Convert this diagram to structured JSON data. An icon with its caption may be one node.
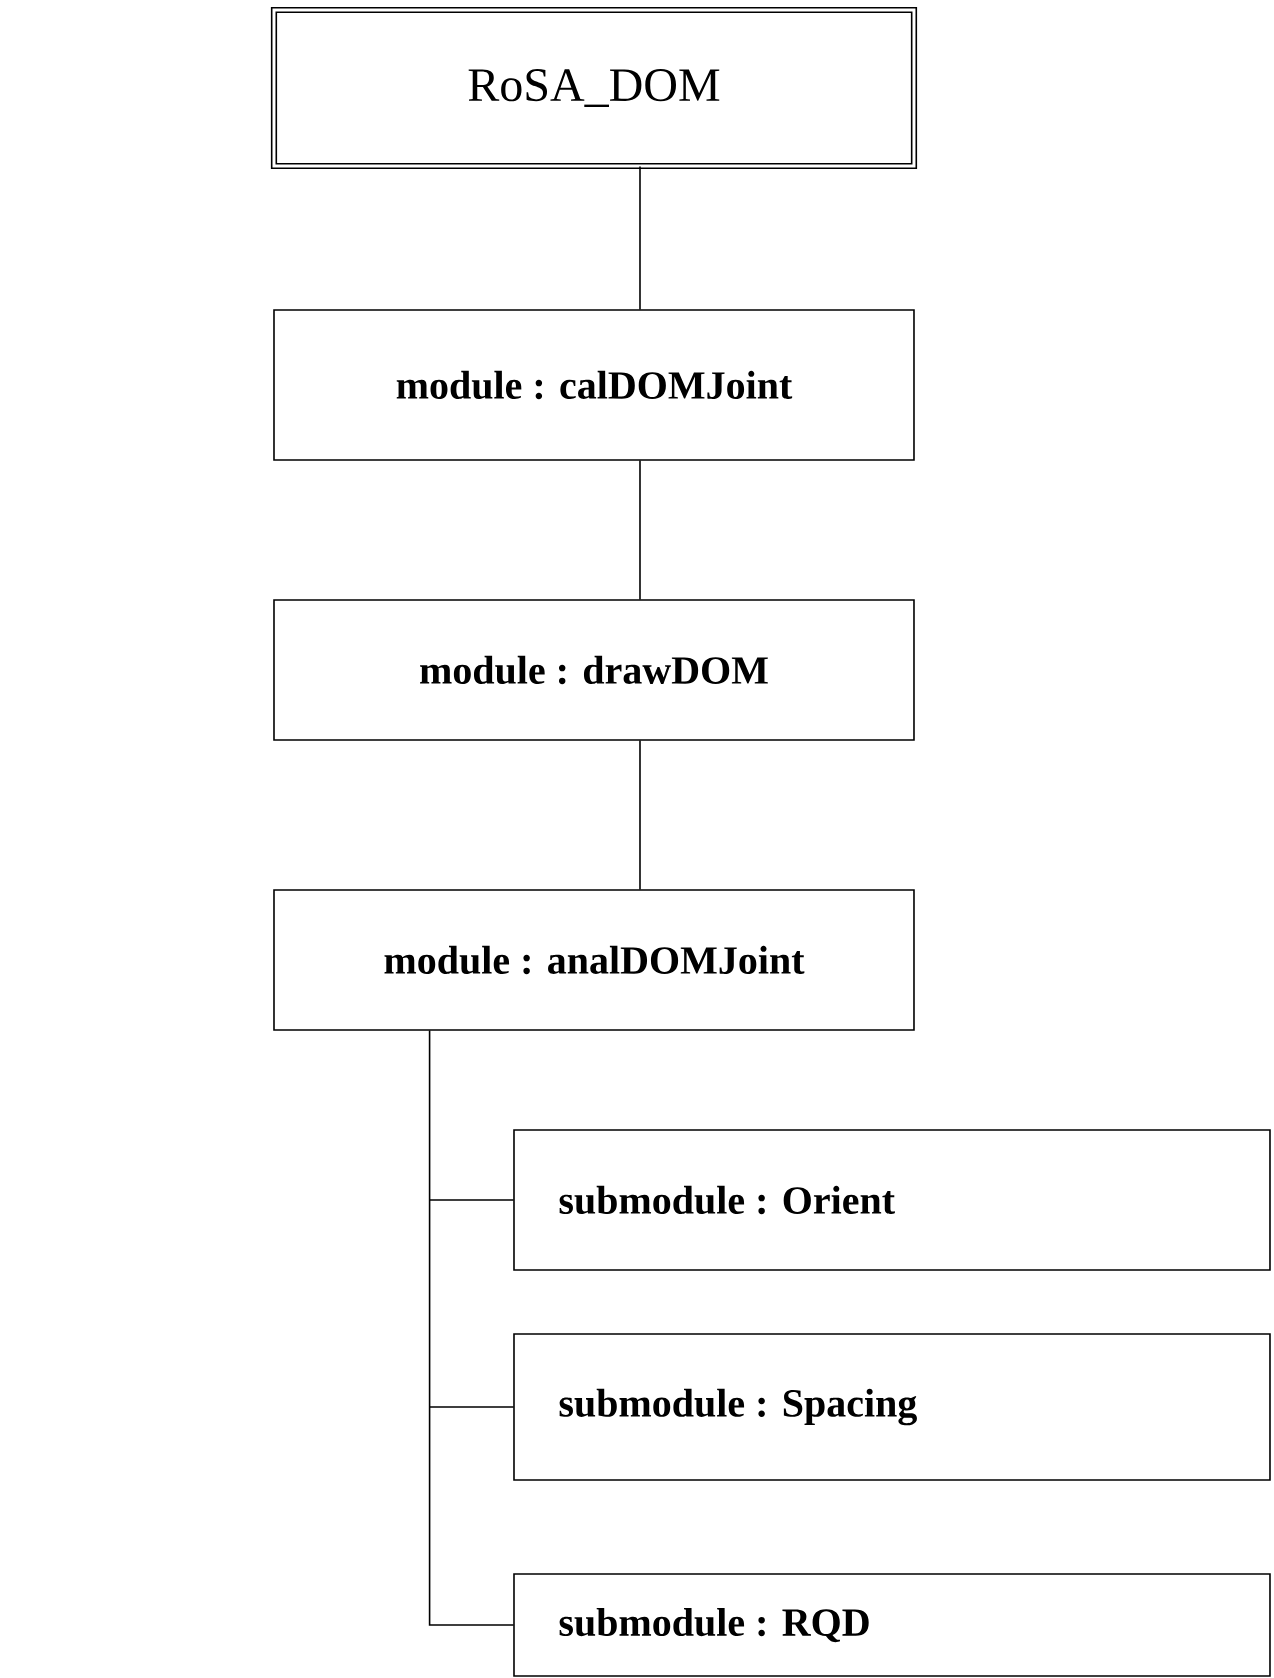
{
  "diagram": {
    "nodes": [
      {
        "text": [
          "RoSA_DOM"
        ]
      },
      {
        "text": [
          "module : calDOMJoint"
        ]
      },
      {
        "text": [
          "module : drawDOM"
        ]
      },
      {
        "text": [
          "module : analDOMJoint"
        ]
      },
      {
        "text": [
          "submodule : Orient"
        ]
      },
      {
        "text": [
          "submodule : Spacing"
        ]
      },
      {
        "text": [
          "submodule : RQD"
        ]
      }
    ],
    "edges": [
      {
        "from": 0,
        "to": 1,
        "arrow": "none"
      },
      {
        "from": 1,
        "to": 2,
        "arrow": "none"
      },
      {
        "from": 2,
        "to": 3,
        "arrow": "none"
      },
      {
        "from": 3,
        "to": 4,
        "arrow": "none"
      },
      {
        "from": 3,
        "to": 5,
        "arrow": "none"
      },
      {
        "from": 3,
        "to": 6,
        "arrow": "none"
      }
    ]
  }
}
